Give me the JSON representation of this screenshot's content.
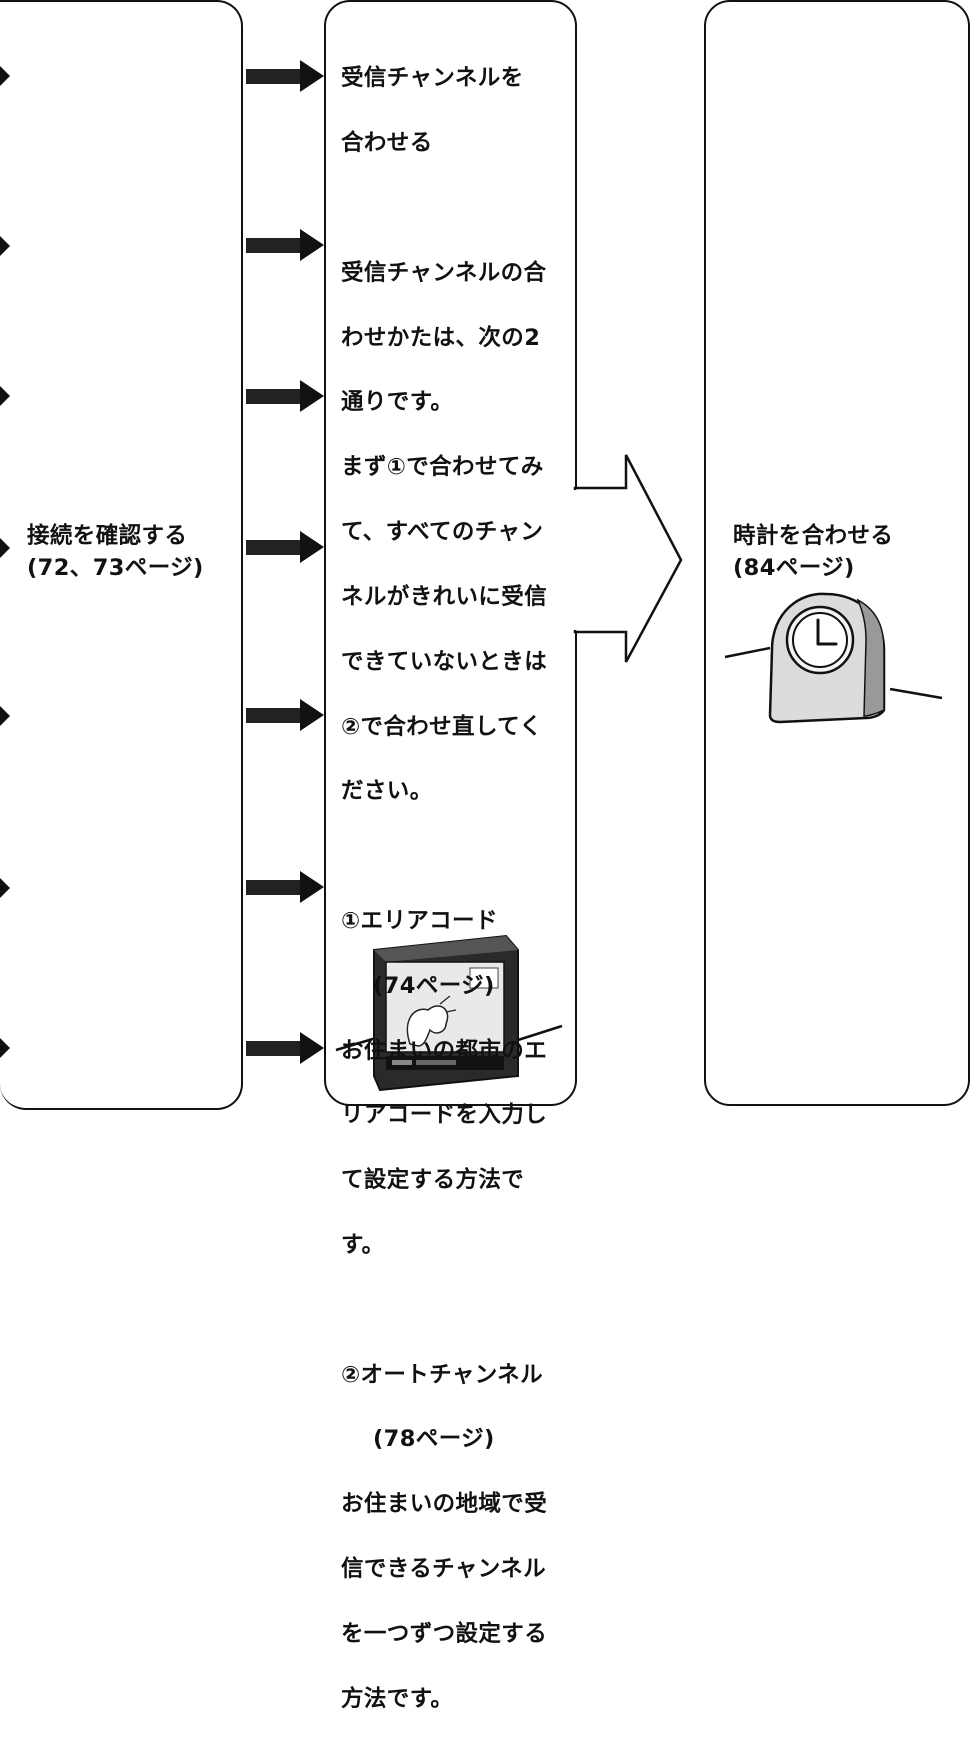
{
  "left": {
    "title": "接続を確認する",
    "ref": "(72、73ページ)"
  },
  "middle": {
    "lines": [
      "受信チャンネルを",
      "合わせる",
      "",
      "受信チャンネルの合",
      "わせかたは、次の2",
      "通りです。",
      "まず①で合わせてみ",
      "て、すべてのチャン",
      "ネルがきれいに受信",
      "できていないときは",
      "②で合わせ直してく",
      "ださい。",
      "",
      "①エリアコード",
      "(74ページ)",
      "お住まいの都市のエ",
      "リアコードを入力し",
      "て設定する方法で",
      "す。",
      "",
      "②オートチャンネル",
      "(78ページ)",
      "お住まいの地域で受",
      "信できるチャンネル",
      "を一つずつ設定する",
      "方法です。"
    ]
  },
  "right": {
    "title": "時計を合わせる",
    "ref": "(84ページ)"
  },
  "icons": [
    "tv-illustration",
    "clock-illustration",
    "arrow-icon"
  ]
}
